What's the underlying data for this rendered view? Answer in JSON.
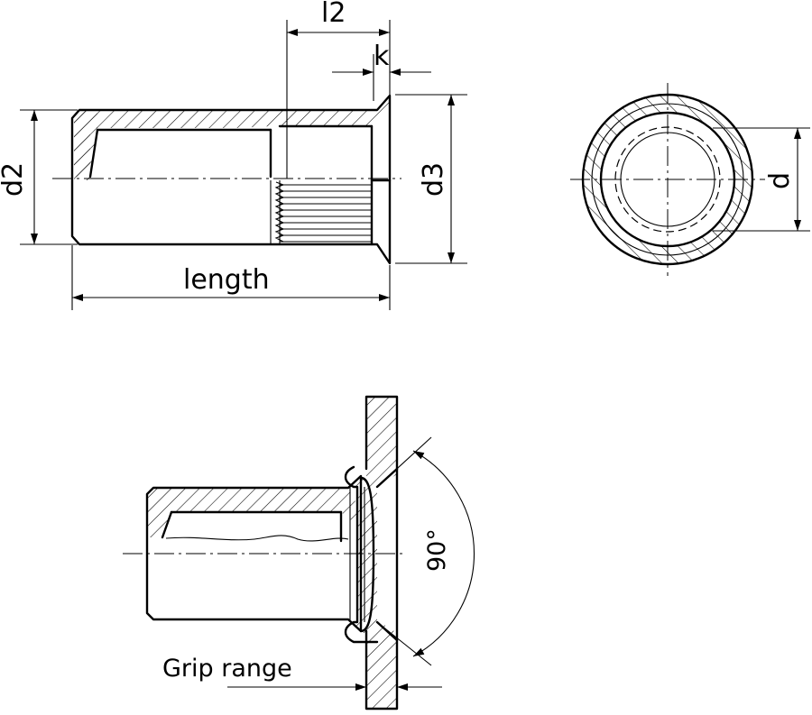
{
  "labels": {
    "l2": "l2",
    "k": "k",
    "d2": "d2",
    "d3": "d3",
    "d": "d",
    "length": "length",
    "angle": "90°",
    "grip_range": "Grip range"
  }
}
